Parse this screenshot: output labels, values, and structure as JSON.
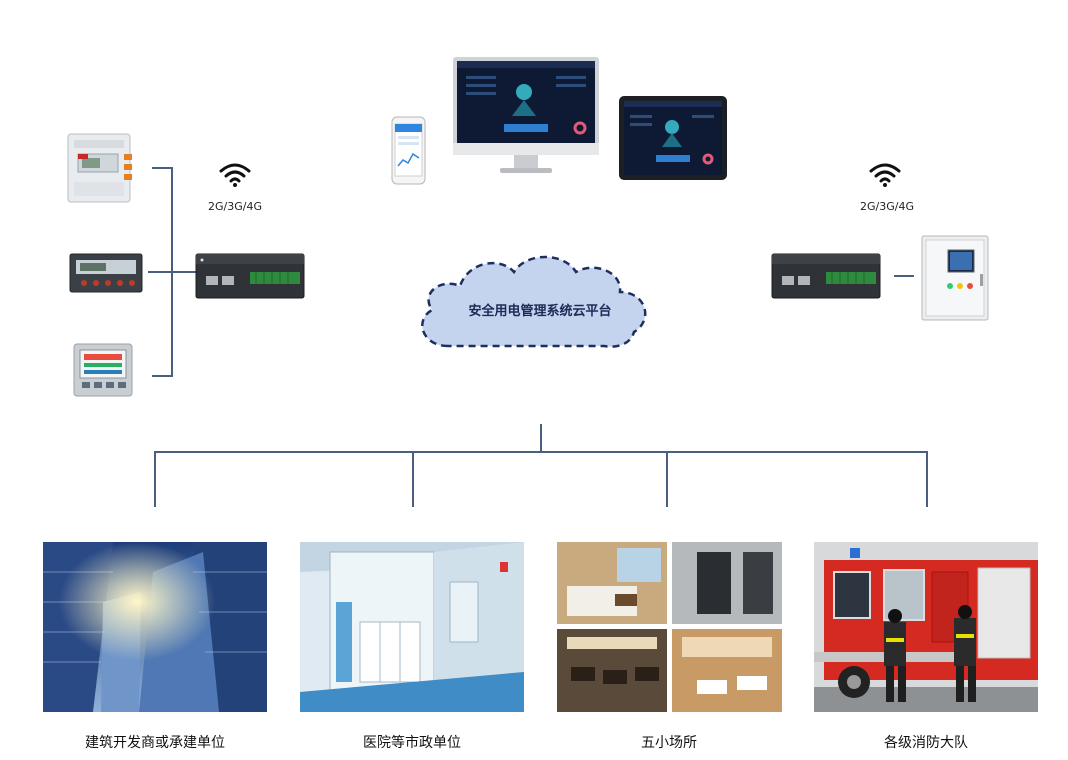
{
  "network": {
    "left_label": "2G/3G/4G",
    "right_label": "2G/3G/4G"
  },
  "cloud": {
    "label": "安全用电管理系统云平台"
  },
  "categories": [
    {
      "label": "建筑开发商或承建单位",
      "icon": "buildings-photo"
    },
    {
      "label": "医院等市政单位",
      "icon": "cleanroom-photo"
    },
    {
      "label": "五小场所",
      "icon": "small-venues-photo"
    },
    {
      "label": "各级消防大队",
      "icon": "fire-brigade-photo"
    }
  ]
}
